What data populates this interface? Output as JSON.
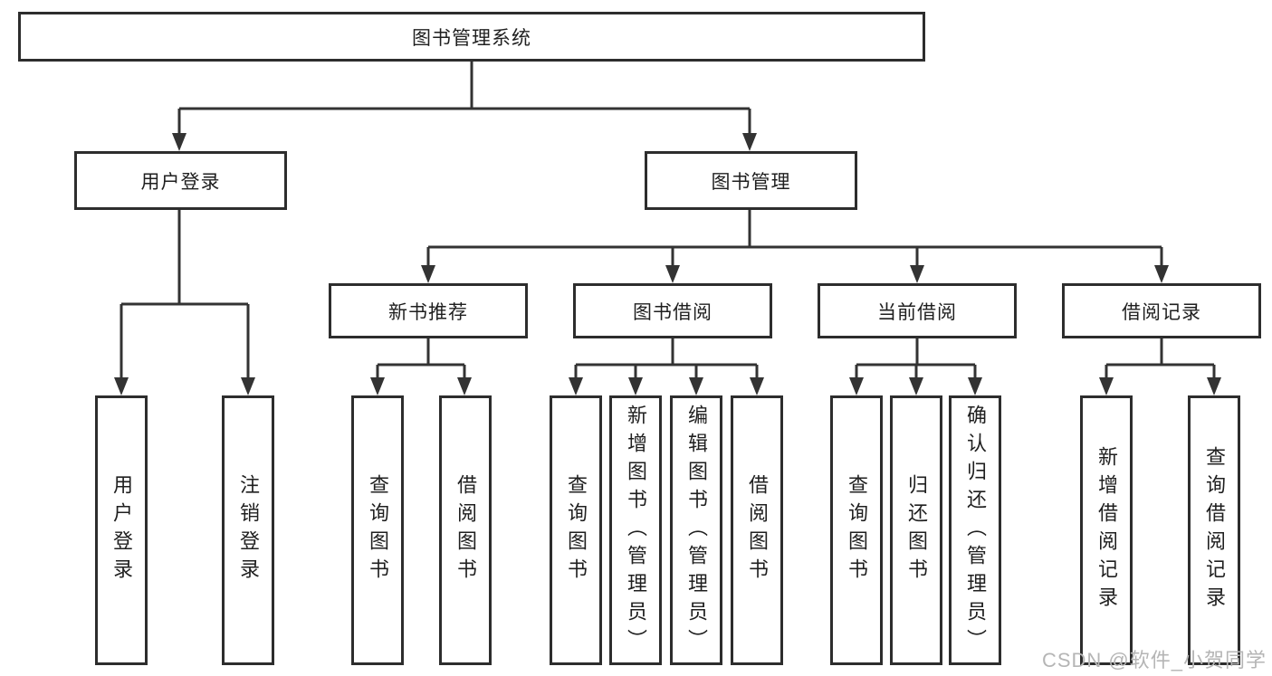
{
  "diagram": {
    "root": {
      "label": "图书管理系统"
    },
    "branches": [
      {
        "label": "用户登录",
        "children": [
          {
            "label": "用户登录"
          },
          {
            "label": "注销登录"
          }
        ]
      },
      {
        "label": "图书管理",
        "sections": [
          {
            "label": "新书推荐",
            "children": [
              {
                "label": "查询图书"
              },
              {
                "label": "借阅图书"
              }
            ]
          },
          {
            "label": "图书借阅",
            "children": [
              {
                "label": "查询图书"
              },
              {
                "label": "新增图书（管理员）"
              },
              {
                "label": "编辑图书（管理员）"
              },
              {
                "label": "借阅图书"
              }
            ]
          },
          {
            "label": "当前借阅",
            "children": [
              {
                "label": "查询图书"
              },
              {
                "label": "归还图书"
              },
              {
                "label": "确认归还（管理员）"
              }
            ]
          },
          {
            "label": "借阅记录",
            "children": [
              {
                "label": "新增借阅记录"
              },
              {
                "label": "查询借阅记录"
              }
            ]
          }
        ]
      }
    ],
    "watermark": "CSDN @软件_小贺同学",
    "colors": {
      "line": "#333333",
      "box_border": "#2d2d2d",
      "box_fill": "#ffffff",
      "text": "#1f1f1f",
      "watermark": "#b5b5b5"
    }
  }
}
